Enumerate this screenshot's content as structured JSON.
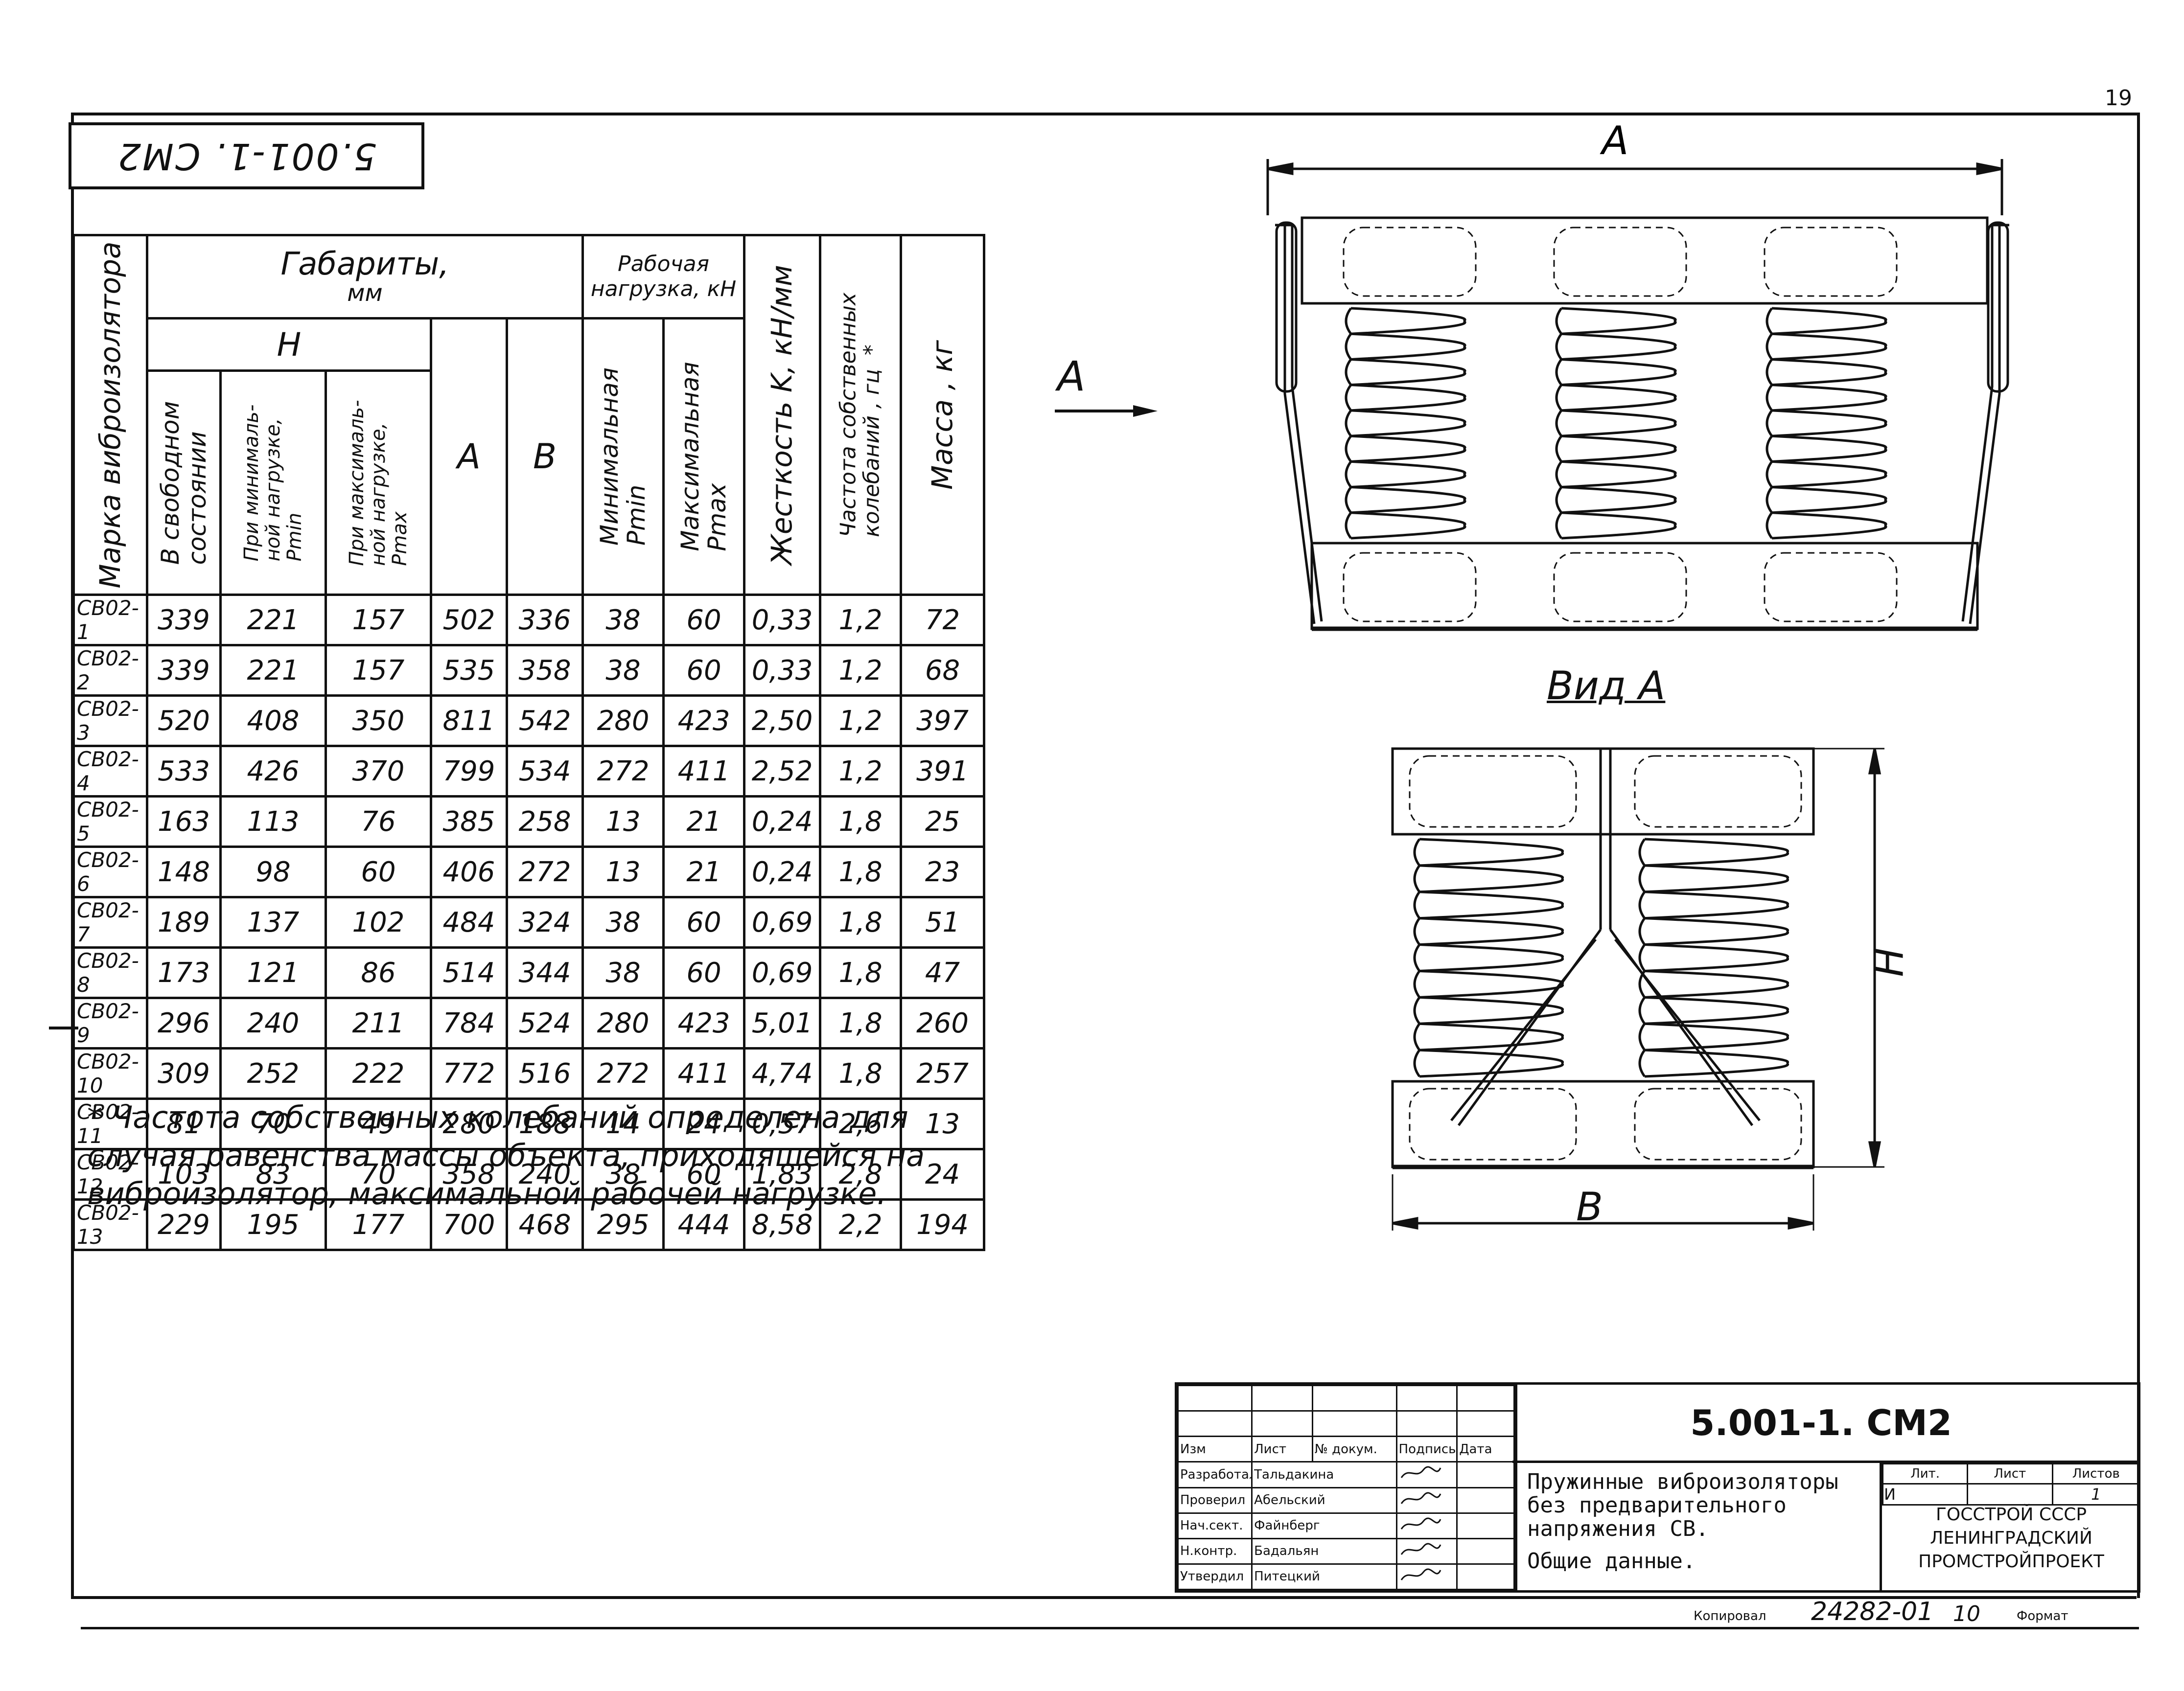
{
  "page_number": "19",
  "doc_code_rotated": "5.001-1. СМ2",
  "table": {
    "header": {
      "mark": "Марка виброизолятора",
      "dims_title": "Габариты,",
      "dims_unit": "мм",
      "h": "H",
      "h_free": "В свободном\nсостоянии",
      "h_min": "При минималь-\nной нагрузке,\nPmin",
      "h_max": "При максималь-\nной нагрузке,\nPmax",
      "a": "A",
      "b": "B",
      "load_title": "Рабочая нагрузка, кН",
      "load_min": "Минимальная\nPmin",
      "load_max": "Максимальная\nPmax",
      "stiffness": "Жесткость K, кН/мм",
      "frequency": "Частота собственных\nколебаний , гц  *",
      "mass": "Масса , кг"
    },
    "rows": [
      [
        "СВ02-1",
        "339",
        "221",
        "157",
        "502",
        "336",
        "38",
        "60",
        "0,33",
        "1,2",
        "72"
      ],
      [
        "СВ02-2",
        "339",
        "221",
        "157",
        "535",
        "358",
        "38",
        "60",
        "0,33",
        "1,2",
        "68"
      ],
      [
        "СВ02-3",
        "520",
        "408",
        "350",
        "811",
        "542",
        "280",
        "423",
        "2,50",
        "1,2",
        "397"
      ],
      [
        "СВ02-4",
        "533",
        "426",
        "370",
        "799",
        "534",
        "272",
        "411",
        "2,52",
        "1,2",
        "391"
      ],
      [
        "СВ02-5",
        "163",
        "113",
        "76",
        "385",
        "258",
        "13",
        "21",
        "0,24",
        "1,8",
        "25"
      ],
      [
        "СВ02-6",
        "148",
        "98",
        "60",
        "406",
        "272",
        "13",
        "21",
        "0,24",
        "1,8",
        "23"
      ],
      [
        "СВ02-7",
        "189",
        "137",
        "102",
        "484",
        "324",
        "38",
        "60",
        "0,69",
        "1,8",
        "51"
      ],
      [
        "СВ02-8",
        "173",
        "121",
        "86",
        "514",
        "344",
        "38",
        "60",
        "0,69",
        "1,8",
        "47"
      ],
      [
        "СВ02-9",
        "296",
        "240",
        "211",
        "784",
        "524",
        "280",
        "423",
        "5,01",
        "1,8",
        "260"
      ],
      [
        "СВ02-10",
        "309",
        "252",
        "222",
        "772",
        "516",
        "272",
        "411",
        "4,74",
        "1,8",
        "257"
      ],
      [
        "СВ02-11",
        "81",
        "70",
        "49",
        "280",
        "188",
        "14",
        "24",
        "0,57",
        "2,6",
        "13"
      ],
      [
        "СВ02-12",
        "103",
        "83",
        "70",
        "358",
        "240",
        "38",
        "60",
        "1,83",
        "2,8",
        "24"
      ],
      [
        "СВ02-13",
        "229",
        "195",
        "177",
        "700",
        "468",
        "295",
        "444",
        "8,58",
        "2,2",
        "194"
      ]
    ]
  },
  "footnote": {
    "line1": "* Частота собственных колебаний определена для",
    "line2": "случая равенства массы объекта, приходящейся на",
    "line3": "виброизолятор, максимальной рабочей нагрузке."
  },
  "drawing": {
    "dim_a": "A",
    "view_arrow": "A",
    "view_title": "Вид А",
    "dim_h": "H",
    "dim_b": "B"
  },
  "title_block": {
    "code": "5.001-1. СМ2",
    "header_cells": [
      "Изм",
      "Лист",
      "№ докум.",
      "Подпись",
      "Дата"
    ],
    "roles": [
      {
        "role": "Разработал",
        "name": "Тальдакина"
      },
      {
        "role": "Проверил",
        "name": "Абельский"
      },
      {
        "role": "Нач.сект.",
        "name": "Файнберг"
      },
      {
        "role": "Н.контр.",
        "name": "Бадальян"
      },
      {
        "role": "Утвердил",
        "name": "Питецкий"
      }
    ],
    "description_l1": "Пружинные виброизоляторы",
    "description_l2": "без предварительного",
    "description_l3": "напряжения  СВ.",
    "description_l4": "Общие данные.",
    "stage_header": [
      "Лит.",
      "Лист",
      "Листов"
    ],
    "stage_value": "И",
    "sheet_value": "1",
    "org_l1": "ГОССТРОЙ СССР",
    "org_l2": "ЛЕНИНГРАДСКИЙ",
    "org_l3": "ПРОМСТРОЙПРОЕКТ"
  },
  "copy_line": {
    "copied_label": "Копировал",
    "number": "24282-01",
    "sheet": "10",
    "format_label": "Формат"
  }
}
